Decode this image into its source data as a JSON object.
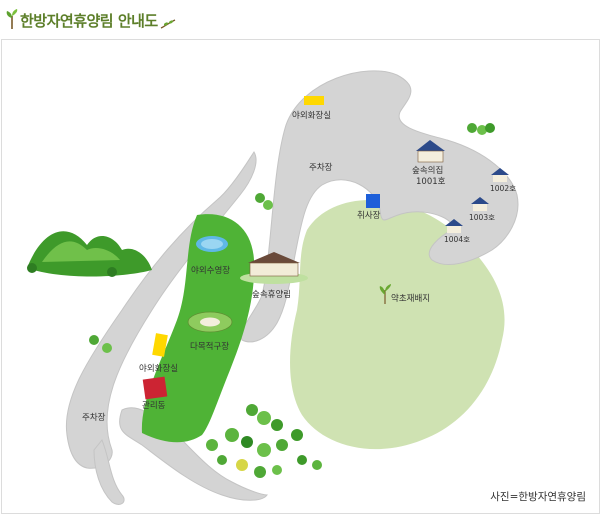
{
  "header": {
    "title": "한방자연휴양림 안내도"
  },
  "map": {
    "labels": {
      "outdoor_toilet_top": "야외화장실",
      "parking_top": "주차장",
      "cooking_area": "취사장",
      "forest_house_name": "숲속의집",
      "forest_house_number": "1001호",
      "cabin_1002": "1002호",
      "cabin_1003": "1003호",
      "cabin_1004": "1004호",
      "outdoor_pool": "야외수영장",
      "forest_resort": "숲속휴양림",
      "herb_garden": "약초재배지",
      "sports_field": "다목적구장",
      "outdoor_toilet_left": "야외화장실",
      "management": "관리동",
      "parking_left": "주차장"
    },
    "colors": {
      "road": "#d4d4d4",
      "road_edge": "#c4c4c4",
      "grass_dark": "#4fb336",
      "grass_light": "#cfe2b2",
      "toilet_marker": "#ffd800",
      "cooking_marker": "#1d5fd9",
      "management_marker": "#cc2433"
    }
  },
  "footer": {
    "credit": "사진=한방자연휴양림"
  }
}
